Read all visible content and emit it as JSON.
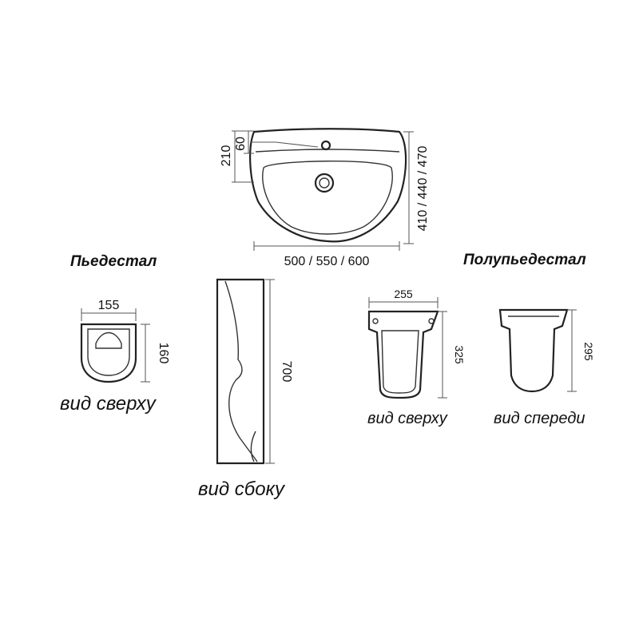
{
  "titles": {
    "pedestal": "Пьедестал",
    "half_pedestal": "Полупьедестал"
  },
  "basin": {
    "width": "500 / 550 / 600",
    "depth": "410 / 440 / 470",
    "back_height": "210",
    "tap_offset": "60"
  },
  "pedestal": {
    "top_width": "155",
    "top_depth": "160",
    "height": "700",
    "caption_top": "вид сверху",
    "caption_side": "вид сбоку"
  },
  "half_pedestal": {
    "top_width": "255",
    "top_height": "325",
    "front_height": "295",
    "caption_top": "вид сверху",
    "caption_front": "вид спереди"
  }
}
